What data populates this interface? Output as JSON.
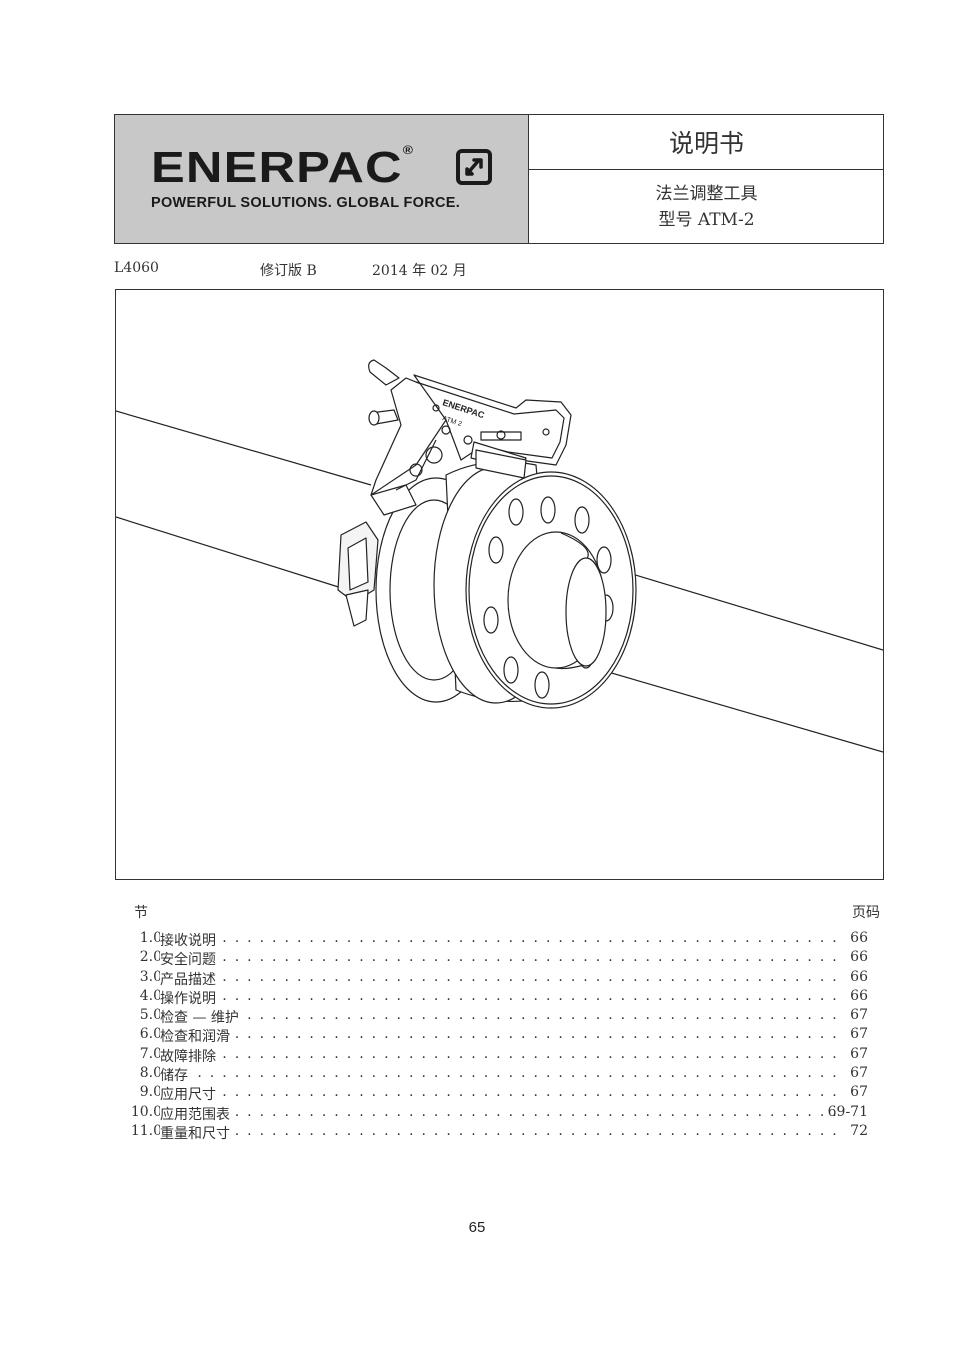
{
  "header": {
    "brand": "ENERPAC",
    "brand_registered": "®",
    "tagline": "POWERFUL SOLUTIONS. GLOBAL FORCE.",
    "doc_type": "说明书",
    "product_name": "法兰调整工具",
    "model": "型号 ATM-2"
  },
  "meta": {
    "doc_number": "L4060",
    "revision": "修订版 B",
    "date": "2014 年 02 月"
  },
  "figure": {
    "tool_label_brand": "ENERPAC",
    "tool_label_model": "ATM 2"
  },
  "toc": {
    "section_header": "节",
    "page_header": "页码",
    "entries": [
      {
        "num": "1.0",
        "title": "接收说明",
        "page": "66"
      },
      {
        "num": "2.0",
        "title": "安全问题",
        "page": "66"
      },
      {
        "num": "3.0",
        "title": "产品描述",
        "page": "66"
      },
      {
        "num": "4.0",
        "title": "操作说明",
        "page": "66"
      },
      {
        "num": "5.0",
        "title": "检查 — 维护",
        "page": "67"
      },
      {
        "num": "6.0",
        "title": "检查和润滑",
        "page": "67"
      },
      {
        "num": "7.0",
        "title": "故障排除",
        "page": "67"
      },
      {
        "num": "8.0",
        "title": "储存",
        "page": "67"
      },
      {
        "num": "9.0",
        "title": "应用尺寸",
        "page": "67"
      },
      {
        "num": "10.0",
        "title": "应用范围表",
        "page": "69-71"
      },
      {
        "num": "11.0",
        "title": "重量和尺寸",
        "page": "72"
      }
    ]
  },
  "page_number": "65"
}
